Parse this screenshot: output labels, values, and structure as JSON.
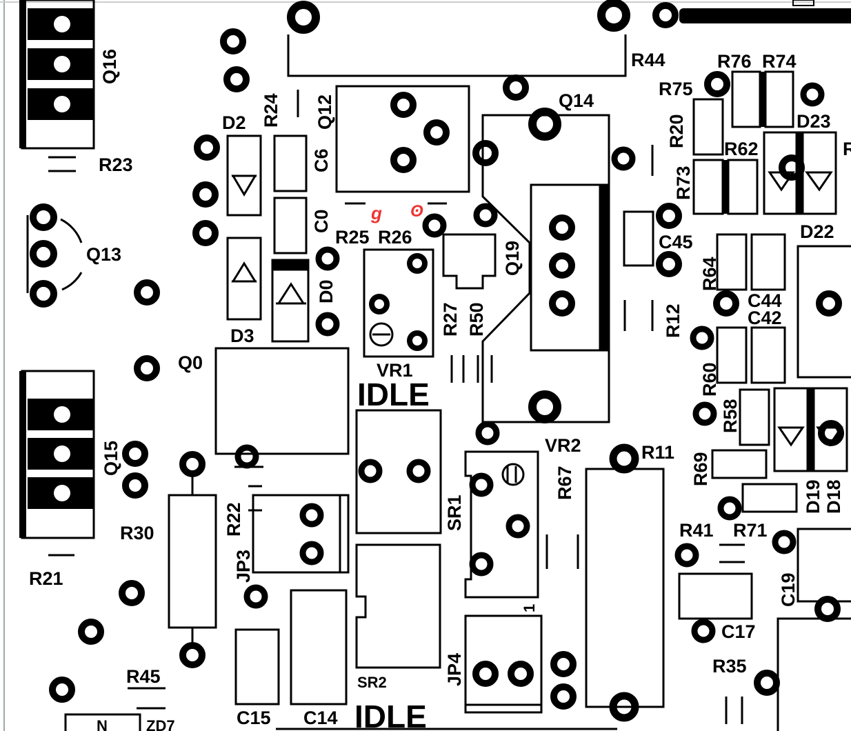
{
  "labels": {
    "q16": "Q16",
    "r23": "R23",
    "q13": "Q13",
    "q15": "Q15",
    "r21": "R21",
    "r30": "R30",
    "r45": "R45",
    "zd_n": "N",
    "zd7": "ZD7",
    "d2": "D2",
    "r24": "R24",
    "q12": "Q12",
    "c6": "C6",
    "c0": "C0",
    "d0": "D0",
    "d3": "D3",
    "r25": "R25",
    "r26": "R26",
    "vr1": "VR1",
    "idle_top": "IDLE",
    "q0": "Q0",
    "r22": "R22",
    "jp3": "JP3",
    "c15": "C15",
    "c14": "C14",
    "sr2": "SR2",
    "idle_bottom": "IDLE",
    "sr1": "SR1",
    "r27": "R27",
    "r50": "R50",
    "q19": "Q19",
    "q14": "Q14",
    "r44": "R44",
    "vr2": "VR2",
    "r67": "R67",
    "jp4": "JP4",
    "pin1": "1",
    "r11": "R11",
    "r76": "R76",
    "r74": "R74",
    "r75": "R75",
    "r20": "R20",
    "d23": "D23",
    "r62": "R62",
    "r73": "R73",
    "c45": "C45",
    "d22": "D22",
    "r64": "R64",
    "c44": "C44",
    "c42": "C42",
    "r12": "R12",
    "r60": "R60",
    "r58": "R58",
    "r69": "R69",
    "d19": "D19",
    "d18": "D18",
    "r41": "R41",
    "r71": "R71",
    "c19": "C19",
    "c17": "C17",
    "r35": "R35"
  }
}
